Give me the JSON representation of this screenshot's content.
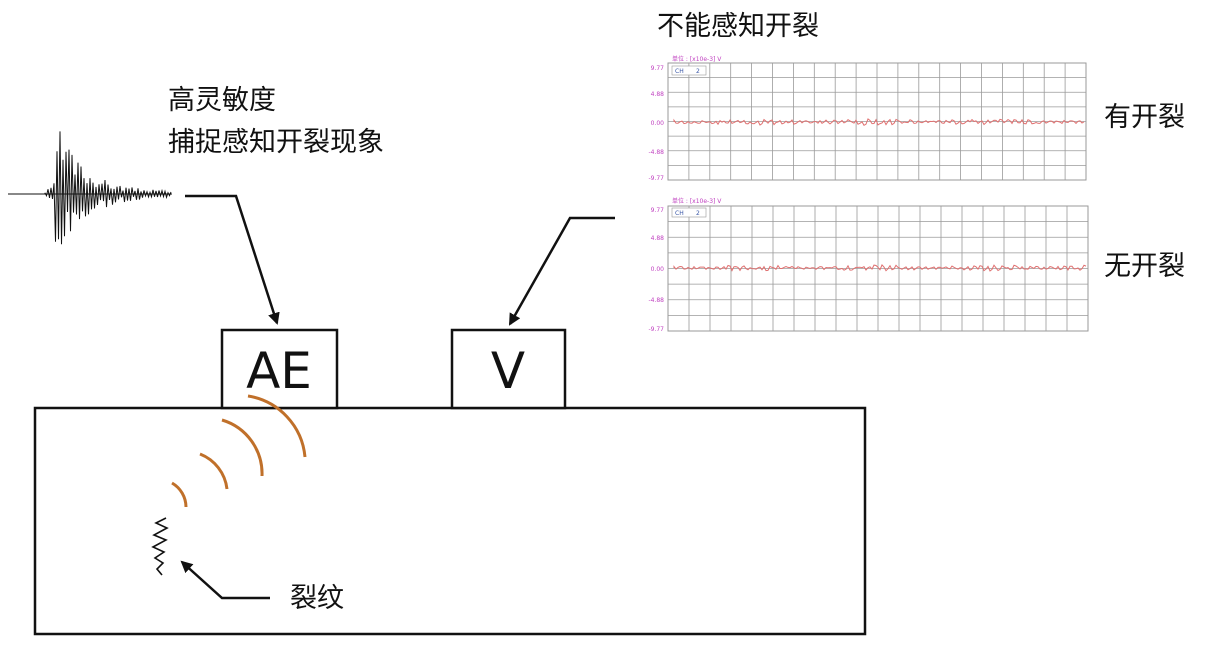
{
  "colors": {
    "ink": "#111111",
    "wave": "#c0702a",
    "grid": "#9a9a9a",
    "signal": "#e07070",
    "axis_text": "#c040c0"
  },
  "labels": {
    "sensitivity_line1": "高灵敏度",
    "sensitivity_line2": "捕捉感知开裂现象",
    "cannot_detect": "不能感知开裂",
    "has_crack": "有开裂",
    "no_crack": "无开裂",
    "crack": "裂纹",
    "ae_sensor": "AE",
    "v_sensor": "V"
  },
  "scope_top": {
    "header": "单位 : [x10e-3] V",
    "channel": "CH",
    "channel_no": "2",
    "y_ticks": [
      "9.77",
      "4.88",
      "0.00",
      "-4.88",
      "-9.77"
    ]
  },
  "scope_bottom": {
    "header": "单位 : [x10e-3] V",
    "channel": "CH",
    "channel_no": "2",
    "y_ticks": [
      "9.77",
      "4.88",
      "0.00",
      "-4.88",
      "-9.77"
    ]
  },
  "icons": {
    "ae_waveform": "ae-burst-waveform",
    "crack": "crack-zigzag",
    "sound_waves": "acoustic-emission-arcs"
  }
}
